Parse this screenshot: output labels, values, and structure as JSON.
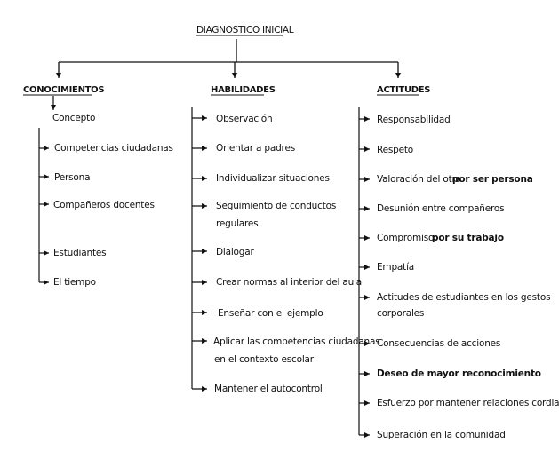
{
  "root": "DIAGNOSTICO INICIAL",
  "columns": [
    {
      "title": "CONOCIMIENTOS",
      "items": [
        "Concepto",
        "Competencias ciudadanas",
        "Persona",
        "Compañeros docentes",
        "Estudiantes",
        "El tiempo"
      ]
    },
    {
      "title": "HABILIDADES",
      "items": [
        "Observación",
        "Orientar a padres",
        "Individualizar situaciones",
        [
          "Seguimiento de conductos",
          "regulares"
        ],
        "Dialogar",
        "Crear normas al interior del aula",
        "Enseñar con el ejemplo",
        [
          "Aplicar las competencias ciudadanas",
          "en el contexto escolar"
        ],
        "Mantener el autocontrol"
      ]
    },
    {
      "title": "ACTITUDES",
      "items": [
        "Responsabilidad",
        "Respeto",
        [
          "Valoración del otro",
          "por ser persona"
        ],
        "Desunión entre compañeros",
        [
          "Compromiso",
          "por su trabajo"
        ],
        "Empatía",
        [
          "Actitudes de estudiantes en los gestos",
          "corporales"
        ],
        "Consecuencias de acciones",
        "Deseo de mayor reconocimiento",
        "Esfuerzo por mantener relaciones cordiales",
        "Superación en la comunidad"
      ]
    }
  ]
}
